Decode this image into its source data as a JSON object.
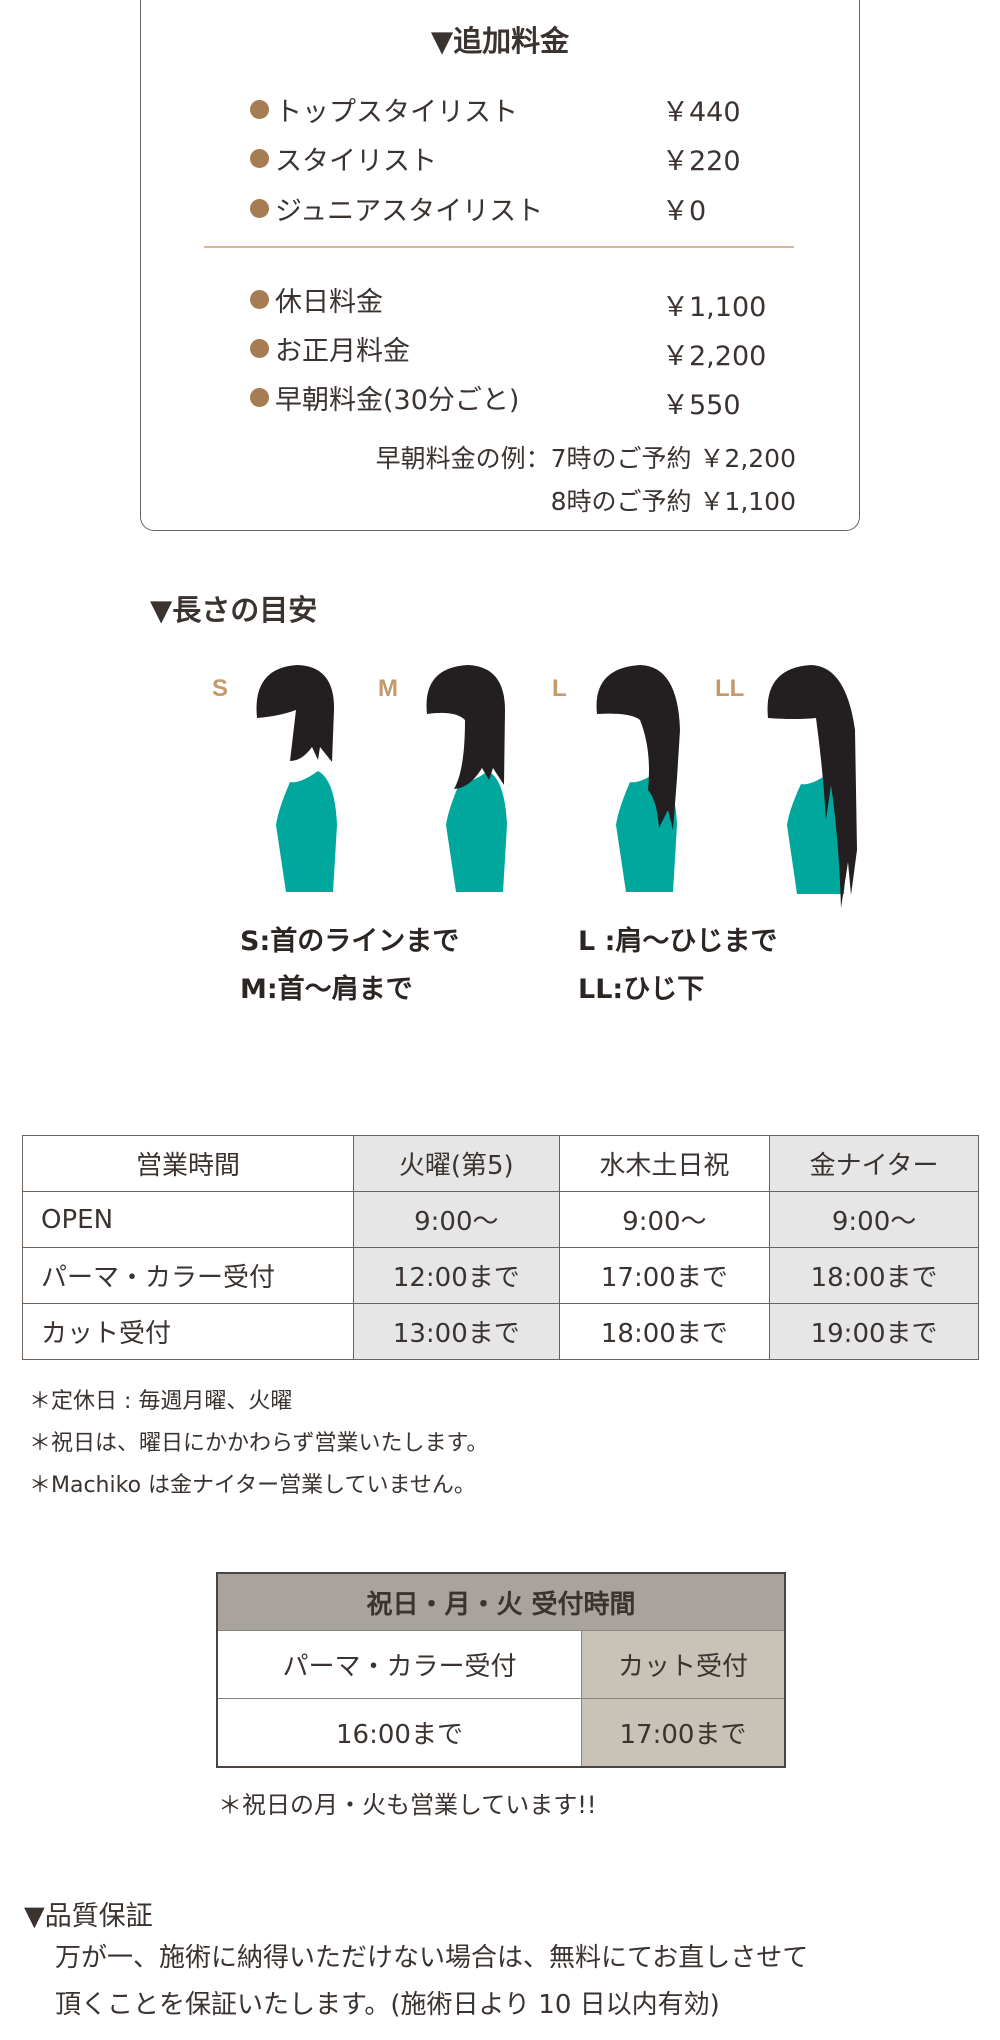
{
  "surcharge": {
    "title": "▼追加料金",
    "stylist_items": [
      {
        "label": "トップスタイリスト",
        "price": "￥440"
      },
      {
        "label": "スタイリスト",
        "price": "￥220"
      },
      {
        "label": "ジュニアスタイリスト",
        "price": "￥0"
      }
    ],
    "extra_items": [
      {
        "label": "休日料金",
        "price": "￥1,100"
      },
      {
        "label": "お正月料金",
        "price": "￥2,200"
      },
      {
        "label": "早朝料金(30分ごと)",
        "price": "￥550"
      }
    ],
    "example_line1": "早朝料金の例：7時のご予約 ￥2,200",
    "example_line2": "8時のご予約 ￥1,100"
  },
  "length_guide": {
    "title": "▼長さの目安",
    "sizes": [
      "S",
      "M",
      "L",
      "LL"
    ],
    "captions": [
      "S:首のラインまで",
      "M:首〜肩まで",
      "L :肩〜ひじまで",
      "LL:ひじ下"
    ],
    "colors": {
      "hair": "#231f20",
      "body": "#00a79d",
      "label": "#c49a6c"
    }
  },
  "hours_table": {
    "headers": [
      "営業時間",
      "火曜(第5)",
      "水木土日祝",
      "金ナイター"
    ],
    "rows": [
      [
        "OPEN",
        "9:00〜",
        "9:00〜",
        "9:00〜"
      ],
      [
        "パーマ・カラー受付",
        "12:00まで",
        "17:00まで",
        "18:00まで"
      ],
      [
        "カット受付",
        "13:00まで",
        "18:00まで",
        "19:00まで"
      ]
    ],
    "notes": [
      "＊定休日 : 毎週月曜、火曜",
      "＊祝日は、曜日にかかわらず営業いたします。",
      "＊Machiko は金ナイター営業していません。"
    ]
  },
  "holiday_table": {
    "title": "祝日・月・火 受付時間",
    "headers": [
      "パーマ・カラー受付",
      "カット受付"
    ],
    "values": [
      "16:00まで",
      "17:00まで"
    ],
    "note": "＊祝日の月・火も営業しています!!"
  },
  "guarantee": {
    "title": "▼品質保証",
    "line1": "万が一、施術に納得いただけない場合は、無料にてお直しさせて",
    "line2": "頂くことを保証いたします。(施術日より 10 日以内有効)"
  }
}
